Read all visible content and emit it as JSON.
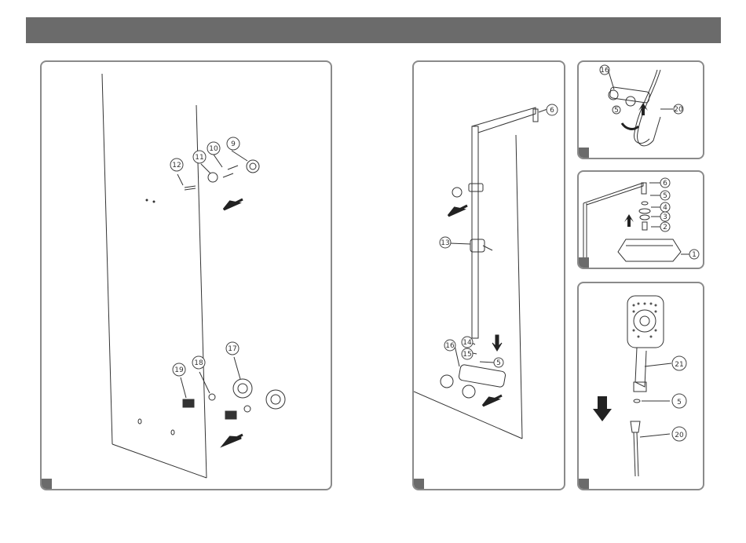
{
  "panels": {
    "wall_mounting": {
      "callouts": {
        "c12": "12",
        "c11": "11",
        "c10": "10",
        "c9": "9",
        "c19": "19",
        "c18": "18",
        "c17": "17"
      }
    },
    "rail_assembly": {
      "callouts": {
        "c6": "6",
        "c13": "13",
        "c14": "14",
        "c15": "15",
        "c5": "5",
        "c16": "16"
      }
    },
    "hose_connect": {
      "callouts": {
        "c16": "16",
        "c5": "5",
        "c20": "20"
      }
    },
    "head_assembly": {
      "callouts": {
        "c6": "6",
        "c5": "5",
        "c4": "4",
        "c3": "3",
        "c2": "2",
        "c1": "1"
      }
    },
    "hand_shower": {
      "callouts": {
        "c21": "21",
        "c5": "5",
        "c20": "20"
      }
    }
  },
  "icons": {
    "arrow": "direction-arrow-icon",
    "screw": "screw-icon"
  },
  "colors": {
    "header": "#6b6b6b",
    "border": "#8a8a8a",
    "line": "#333333"
  }
}
